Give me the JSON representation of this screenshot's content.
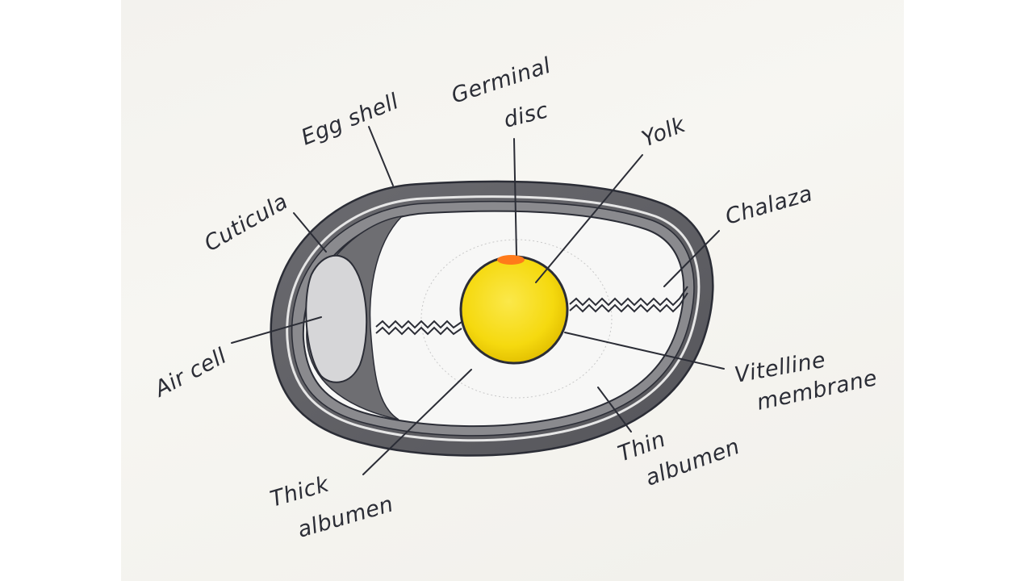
{
  "labels": {
    "egg_shell": "Egg shell",
    "germinal_disc_line1": "Germinal",
    "germinal_disc_line2": "disc",
    "yolk": "Yolk",
    "chalaza": "Chalaza",
    "cuticula": "Cuticula",
    "air_cell": "Air cell",
    "vitelline_line1": "Vitelline",
    "vitelline_line2": "membrane",
    "thin_albumen_line1": "Thin",
    "thin_albumen_line2": "albumen",
    "thick_albumen_line1": "Thick",
    "thick_albumen_line2": "albumen"
  },
  "colors": {
    "ink": "#2b2d36",
    "shell": "#5f5f63",
    "air_cell": "#d6d6d8",
    "albumen": "#f7f7f6",
    "yolk": "#f5d90f",
    "germinal_disc": "#ff7a1a"
  }
}
